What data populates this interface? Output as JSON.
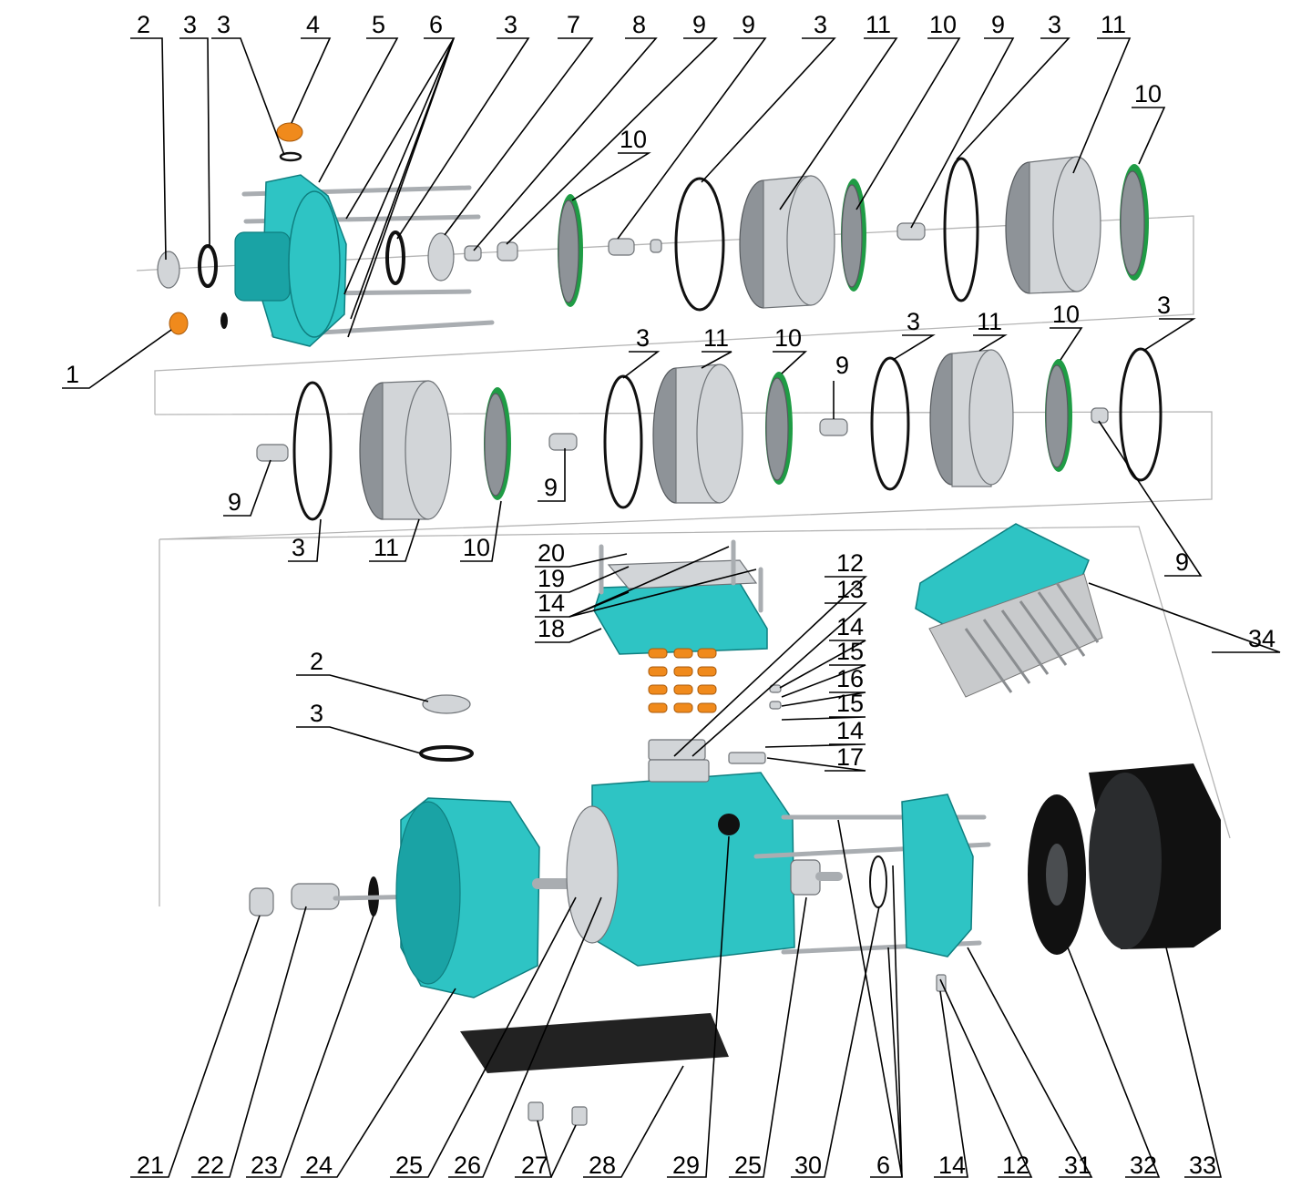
{
  "callouts": {
    "c1": "1",
    "c2": "2",
    "c3": "3",
    "c4": "4",
    "c5": "5",
    "c6": "6",
    "c7": "7",
    "c8": "8",
    "c9": "9",
    "c10": "10",
    "c11": "11",
    "c12": "12",
    "c13": "13",
    "c14": "14",
    "c15": "15",
    "c16": "16",
    "c17": "17",
    "c18": "18",
    "c19": "19",
    "c20": "20",
    "c21": "21",
    "c22": "22",
    "c23": "23",
    "c24": "24",
    "c25": "25",
    "c26": "26",
    "c27": "27",
    "c28": "28",
    "c29": "29",
    "c30": "30",
    "c31": "31",
    "c32": "32",
    "c33": "33",
    "c34": "34"
  },
  "colors": {
    "pump_body": "#2ec4c4",
    "impeller_ring": "#1f9c45",
    "stage_casing": "#d2d5d8",
    "plug": "#f08a1c",
    "fan_cover": "#111111"
  }
}
